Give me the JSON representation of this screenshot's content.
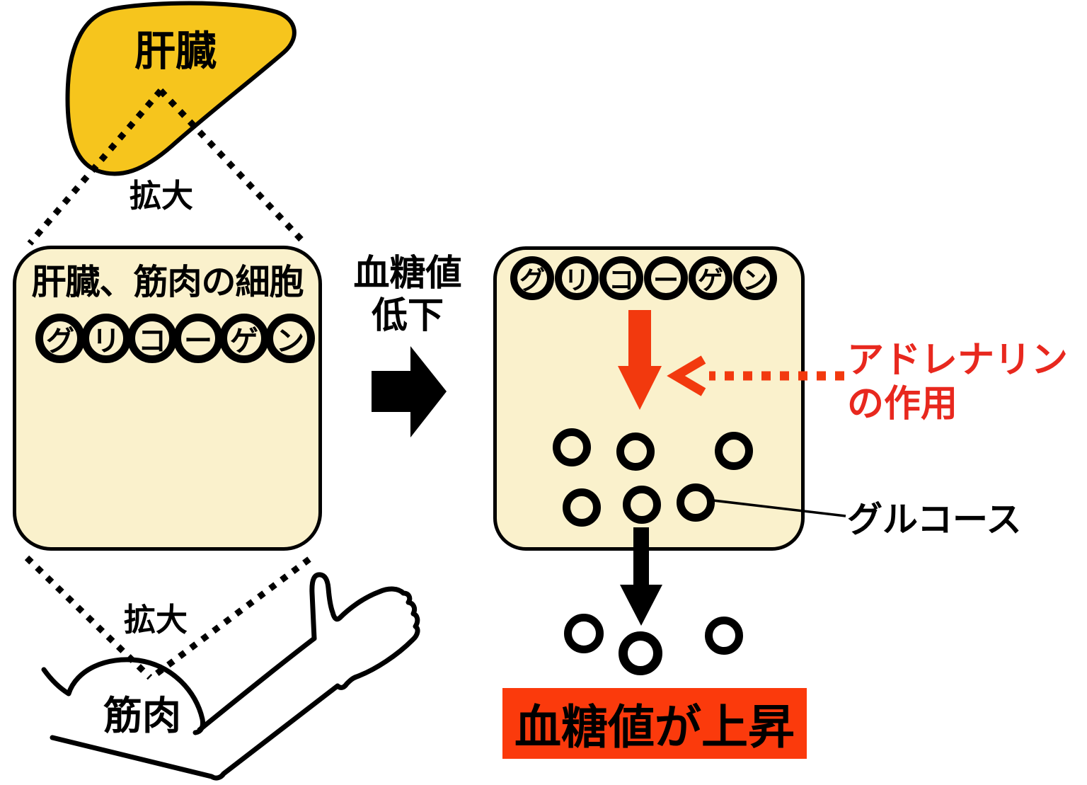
{
  "palette": {
    "background": "#FFFFFF",
    "liver_yellow": "#F6C51D",
    "cell_fill_cream": "#FAF1CC",
    "outline_black": "#000000",
    "arrow_red": "#F2390E",
    "banner_red": "#FB3A0C",
    "adrenaline_text_red": "#E8281E"
  },
  "liver": {
    "label": "肝臓"
  },
  "zoom_links": {
    "top_label": "拡大",
    "bottom_label": "拡大"
  },
  "left_cell": {
    "title": "肝臓、筋肉の細胞",
    "glycogen_chars": [
      "グ",
      "リ",
      "コ",
      "ー",
      "ゲ",
      "ン"
    ]
  },
  "transition_arrow": {
    "line1": "血糖値",
    "line2": "低下"
  },
  "right_cell": {
    "glycogen_chars": [
      "グ",
      "リ",
      "コ",
      "ー",
      "ゲ",
      "ン"
    ]
  },
  "adrenaline_note": {
    "line1": "アドレナリン",
    "line2": "の作用"
  },
  "glucose_label": {
    "text": "グルコース"
  },
  "muscle": {
    "label": "筋肉"
  },
  "result_banner": {
    "label": "血糖値が上昇"
  }
}
